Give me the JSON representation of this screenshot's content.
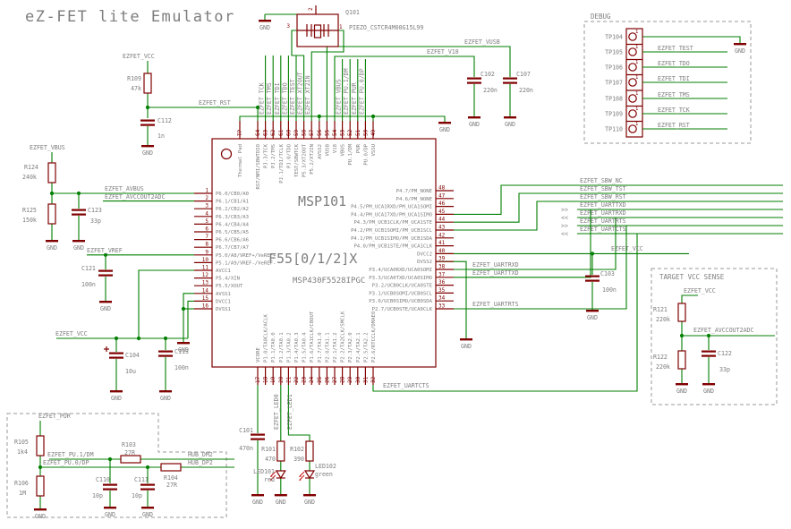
{
  "labels": {
    "title": "eZ-FET lite Emulator",
    "debug_title": "DEBUG",
    "tvs_title": "TARGET VCC SENSE",
    "arrow_out": ">>",
    "arrow_in": "<<"
  },
  "chip": {
    "name": "MSP101",
    "value": "F55[0/1/2]X",
    "part": "MSP430F5528IPGC",
    "left_pins": [
      {
        "n": "1",
        "name": "P6.0/CB0/A0"
      },
      {
        "n": "2",
        "name": "P6.1/CB1/A1"
      },
      {
        "n": "3",
        "name": "P6.2/CB2/A2"
      },
      {
        "n": "4",
        "name": "P6.3/CB3/A3"
      },
      {
        "n": "5",
        "name": "P6.4/CB4/A4"
      },
      {
        "n": "6",
        "name": "P6.5/CB5/A5"
      },
      {
        "n": "7",
        "name": "P6.6/CB6/A6"
      },
      {
        "n": "8",
        "name": "P6.7/CB7/A7"
      },
      {
        "n": "9",
        "name": "P5.0/A8/VREF+/VeREF+"
      },
      {
        "n": "10",
        "name": "P5.1/A9/VREF-/VeREF-"
      },
      {
        "n": "11",
        "name": "AVCC1"
      },
      {
        "n": "12",
        "name": "P5.4/XIN"
      },
      {
        "n": "13",
        "name": "P5.5/XOUT"
      },
      {
        "n": "14",
        "name": "AVSS1"
      },
      {
        "n": "15",
        "name": "DVCC1"
      },
      {
        "n": "16",
        "name": "DVSS1"
      }
    ],
    "top_pins": [
      {
        "n": "TP",
        "name": "Thermal Pad"
      },
      {
        "n": "64",
        "name": "RST/NMI/SBWTDIO"
      },
      {
        "n": "63",
        "name": "PJ.3/TCK"
      },
      {
        "n": "62",
        "name": "PJ.2/TMS"
      },
      {
        "n": "61",
        "name": "PJ.1/TDI/TCLK"
      },
      {
        "n": "60",
        "name": "PJ.0/TDO"
      },
      {
        "n": "59",
        "name": "TEST/SBWTCK"
      },
      {
        "n": "58",
        "name": "P5.3/XT2OUT"
      },
      {
        "n": "57",
        "name": "P5.2/XT2IN"
      },
      {
        "n": "56",
        "name": "AVSS2"
      },
      {
        "n": "55",
        "name": "VUSB"
      },
      {
        "n": "54",
        "name": "V18"
      },
      {
        "n": "53",
        "name": "VBUS"
      },
      {
        "n": "52",
        "name": "PU.1/DM"
      },
      {
        "n": "51",
        "name": "PUR"
      },
      {
        "n": "50",
        "name": "PU.0/DP"
      },
      {
        "n": "49",
        "name": "VSSU"
      }
    ],
    "right_pins": [
      {
        "n": "48",
        "name": "P4.7/PM_NONE"
      },
      {
        "n": "47",
        "name": "P4.6/PM_NONE"
      },
      {
        "n": "46",
        "name": "P4.5/PM_UCA1RXD/PM_UCA1SOMI"
      },
      {
        "n": "45",
        "name": "P4.4/PM_UCA1TXD/PM_UCA1SIMO"
      },
      {
        "n": "44",
        "name": "P4.3/PM_UCB1CLK/PM_UCA1STE"
      },
      {
        "n": "43",
        "name": "P4.2/PM_UCB1SOMI/PM_UCB1SCL"
      },
      {
        "n": "42",
        "name": "P4.1/PM_UCB1SIMO/PM_UCB1SDA"
      },
      {
        "n": "41",
        "name": "P4.0/PM_UCB1STE/PM_UCA1CLK"
      },
      {
        "n": "40",
        "name": "DVCC2"
      },
      {
        "n": "39",
        "name": "DVSS2"
      },
      {
        "n": "38",
        "name": "P3.4/UCA0RXD/UCA0SOMI"
      },
      {
        "n": "37",
        "name": "P3.3/UCA0TXD/UCA0SIMO"
      },
      {
        "n": "36",
        "name": "P3.2/UCB0CLK/UCA0STE"
      },
      {
        "n": "35",
        "name": "P3.1/UCB0SOMI/UCB0SCL"
      },
      {
        "n": "34",
        "name": "P3.0/UCB0SIMO/UCB0SDA"
      },
      {
        "n": "33",
        "name": "P2.7/UCB0STE/UCA0CLK"
      }
    ],
    "bottom_pins": [
      {
        "n": "17",
        "name": "VCORE"
      },
      {
        "n": "18",
        "name": "P1.0/TA0CLK/ACLK"
      },
      {
        "n": "19",
        "name": "P1.1/TA0.0"
      },
      {
        "n": "20",
        "name": "P1.2/TA0.1"
      },
      {
        "n": "21",
        "name": "P1.3/TA0.2"
      },
      {
        "n": "22",
        "name": "P1.4/TA0.3"
      },
      {
        "n": "23",
        "name": "P1.5/TA0.4"
      },
      {
        "n": "24",
        "name": "P1.6/TA1CLK/CBOUT"
      },
      {
        "n": "25",
        "name": "P1.7/TA1.0"
      },
      {
        "n": "26",
        "name": "P2.0/TA1.1"
      },
      {
        "n": "27",
        "name": "P2.1/TA1.2"
      },
      {
        "n": "28",
        "name": "P2.2/TA2CLK/SMCLK"
      },
      {
        "n": "29",
        "name": "P2.3/TA2.0"
      },
      {
        "n": "30",
        "name": "P2.4/TA2.1"
      },
      {
        "n": "31",
        "name": "P2.5/TA2.2"
      },
      {
        "n": "32",
        "name": "P2.6/RTCCLK/DMAE0"
      }
    ]
  },
  "nets": {
    "gnd": "GND",
    "vcc": "EZFET_VCC",
    "rst": "EZFET_RST",
    "vbus": "EZFET_VBUS",
    "avbus": "EZFET_AVBUS",
    "avccout2adc": "EZFET_AVCCOUT2ADC",
    "vref": "EZFET_VREF",
    "vusb": "EZFET_VUSB",
    "v18": "EZFET_V18",
    "tck": "EZFET_TCK",
    "tms": "EZFET_TMS",
    "tdi": "EZFET_TDI",
    "tdo": "EZFET_TDO",
    "test": "EZFET_TEST",
    "xt2out": "EZFET_XT2OUT",
    "xt2in": "EZFET_XT2IN",
    "pu1dm": "EZFET_PU.1/DM",
    "pur": "EZFET_PUR",
    "pu0dp": "EZFET_PU.0/DP",
    "sbw_nc": "EZFET_SBW_NC",
    "sbw_tst": "EZFET_SBW_TST",
    "sbw_rst": "EZFET_SBW_RST",
    "uarttxd": "EZFET_UARTTXD",
    "uartrxd": "EZFET_UARTRXD",
    "uartrts": "EZFET_UARTRTS",
    "uartcts": "EZFET_UARTCTS",
    "led0": "EZFET_LED0",
    "led1": "EZFET_LED1",
    "hub_dm2": "HUB_DM2",
    "hub_dp2": "HUB_DP2"
  },
  "components": {
    "q101": {
      "ref": "Q101",
      "val": "PIEZO_CSTCR4M00G15L99",
      "pins": [
        "1",
        "2",
        "3"
      ]
    },
    "r109": {
      "ref": "R109",
      "val": "47k"
    },
    "c112": {
      "ref": "C112",
      "val": "1n"
    },
    "r124": {
      "ref": "R124",
      "val": "240k"
    },
    "r125": {
      "ref": "R125",
      "val": "150k"
    },
    "c123": {
      "ref": "C123",
      "val": "33p"
    },
    "c121": {
      "ref": "C121",
      "val": "100n"
    },
    "c104": {
      "ref": "C104",
      "val": "10u"
    },
    "c113": {
      "ref": "C113",
      "val": "100n"
    },
    "c102": {
      "ref": "C102",
      "val": "220n"
    },
    "c107": {
      "ref": "C107",
      "val": "220n"
    },
    "c103": {
      "ref": "C103",
      "val": "100n"
    },
    "c101": {
      "ref": "C101",
      "val": "470n"
    },
    "r101": {
      "ref": "R101",
      "val": "470"
    },
    "r102": {
      "ref": "R102",
      "val": "390"
    },
    "led101": {
      "ref": "LED101",
      "val": "red"
    },
    "led102": {
      "ref": "LED102",
      "val": "green"
    },
    "r105": {
      "ref": "R105",
      "val": "1k4"
    },
    "r106": {
      "ref": "R106",
      "val": "1M"
    },
    "r103": {
      "ref": "R103",
      "val": "27R"
    },
    "r104": {
      "ref": "R104",
      "val": "27R"
    },
    "c110": {
      "ref": "C110",
      "val": "10p"
    },
    "c111": {
      "ref": "C111",
      "val": "10p"
    },
    "r121": {
      "ref": "R121",
      "val": "220k"
    },
    "r122": {
      "ref": "R122",
      "val": "220k"
    },
    "c122": {
      "ref": "C122",
      "val": "33p"
    }
  },
  "debug": {
    "tps": [
      {
        "ref": "TP104",
        "pin": "1",
        "net": ""
      },
      {
        "ref": "TP105",
        "pin": "1",
        "net": "EZFET_TEST"
      },
      {
        "ref": "TP106",
        "pin": "1",
        "net": "EZFET_TDO"
      },
      {
        "ref": "TP107",
        "pin": "1",
        "net": "EZFET_TDI"
      },
      {
        "ref": "TP108",
        "pin": "1",
        "net": "EZFET_TMS"
      },
      {
        "ref": "TP109",
        "pin": "1",
        "net": "EZFET_TCK"
      },
      {
        "ref": "TP110",
        "pin": "1",
        "net": "EZFET_RST"
      }
    ]
  },
  "colors": {
    "wire": "#007f00",
    "symbol": "#800000",
    "text": "#7d7d7d",
    "led_arrow": "#cc1111"
  }
}
